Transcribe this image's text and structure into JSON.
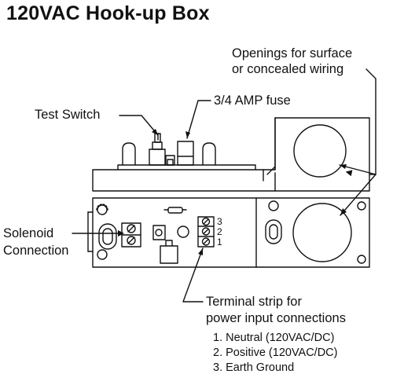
{
  "title": "120VAC Hook-up Box",
  "callouts": {
    "openings_line1": "Openings for surface",
    "openings_line2": "or concealed wiring",
    "test_switch": "Test Switch",
    "fuse": "3/4 AMP fuse",
    "solenoid_line1": "Solenoid",
    "solenoid_line2": "Connection",
    "terminal_line1": "Terminal strip for",
    "terminal_line2": "power input connections"
  },
  "terminal_numbers": [
    "3",
    "2",
    "1"
  ],
  "terminal_legend": [
    "1. Neutral (120VAC/DC)",
    "2. Positive (120VAC/DC)",
    "3. Earth Ground"
  ]
}
